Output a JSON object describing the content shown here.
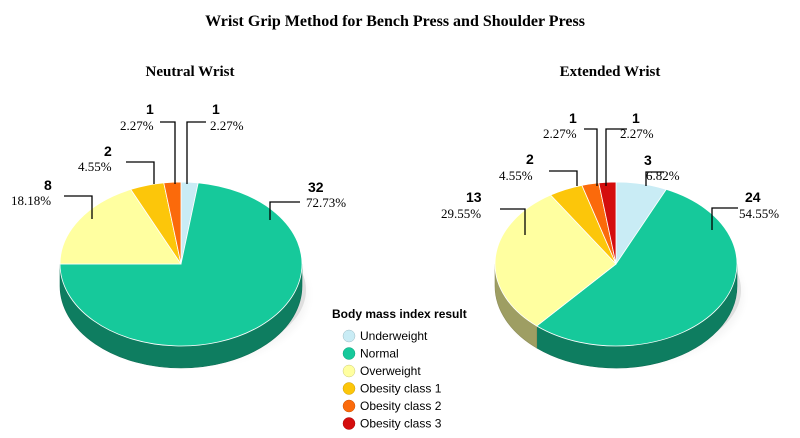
{
  "chart_data": {
    "title": "Wrist Grip Method for Bench Press and Shoulder Press",
    "legend": {
      "title": "Body mass index result",
      "placement": "bottom-center",
      "items": [
        {
          "label": "Underweight",
          "color": "#c9ecf5"
        },
        {
          "label": "Normal",
          "color": "#16c99b"
        },
        {
          "label": "Overweight",
          "color": "#ffffa0"
        },
        {
          "label": "Obesity class 1",
          "color": "#fcc60a"
        },
        {
          "label": "Obesity class 2",
          "color": "#fb6a0b"
        },
        {
          "label": "Obesity class 3",
          "color": "#d40d0d"
        }
      ]
    },
    "charts": [
      {
        "type": "pie",
        "title": "Neutral Wrist",
        "slices": [
          {
            "category": "Underweight",
            "count": "1",
            "percent": "2.27%",
            "value": 1
          },
          {
            "category": "Normal",
            "count": "32",
            "percent": "72.73%",
            "value": 32
          },
          {
            "category": "Overweight",
            "count": "8",
            "percent": "18.18%",
            "value": 8
          },
          {
            "category": "Obesity class 1",
            "count": "2",
            "percent": "4.55%",
            "value": 2
          },
          {
            "category": "Obesity class 2",
            "count": "1",
            "percent": "2.27%",
            "value": 1
          },
          {
            "category": "Obesity class 3",
            "count": "",
            "percent": "",
            "value": 0
          }
        ]
      },
      {
        "type": "pie",
        "title": "Extended Wrist",
        "slices": [
          {
            "category": "Underweight",
            "count": "3",
            "percent": "6.82%",
            "value": 3
          },
          {
            "category": "Normal",
            "count": "24",
            "percent": "54.55%",
            "value": 24
          },
          {
            "category": "Overweight",
            "count": "13",
            "percent": "29.55%",
            "value": 13
          },
          {
            "category": "Obesity class 1",
            "count": "2",
            "percent": "4.55%",
            "value": 2
          },
          {
            "category": "Obesity class 2",
            "count": "1",
            "percent": "2.27%",
            "value": 1
          },
          {
            "category": "Obesity class 3",
            "count": "1",
            "percent": "2.27%",
            "value": 1
          }
        ]
      }
    ]
  }
}
